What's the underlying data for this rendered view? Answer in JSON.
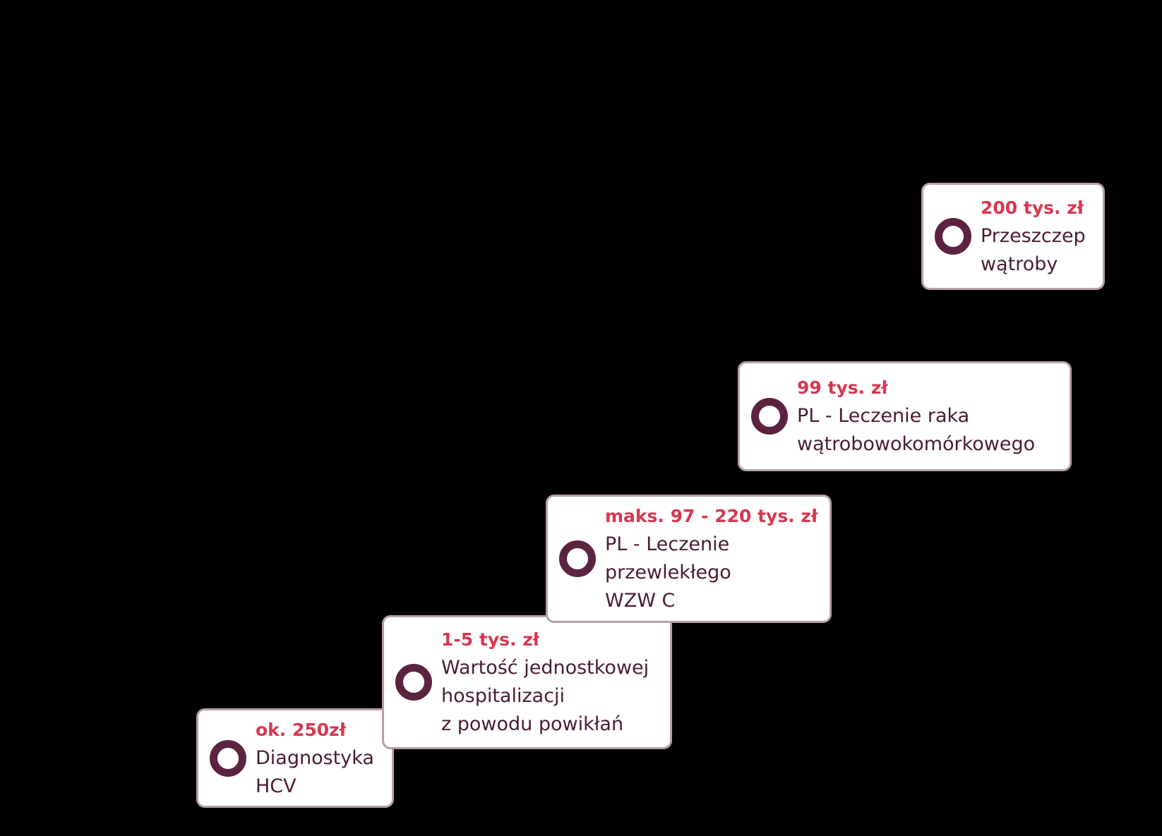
{
  "colors": {
    "background": "#000000",
    "box_fill": "#ffffff",
    "box_border": "#b79ea9",
    "ring": "#5c2340",
    "amount": "#d6384f",
    "text": "#4a1c35"
  },
  "steps": [
    {
      "amount": "ok. 250zł",
      "lines": [
        "Diagnostyka",
        "HCV"
      ],
      "icon": "ring-icon"
    },
    {
      "amount": "1-5 tys. zł",
      "lines": [
        "Wartość jednostkowej",
        "hospitalizacji",
        "z powodu powikłań"
      ],
      "icon": "ring-icon"
    },
    {
      "amount": "maks. 97 - 220 tys. zł",
      "lines": [
        "PL - Leczenie",
        "przewlekłego",
        "WZW C"
      ],
      "icon": "ring-icon"
    },
    {
      "amount": "99 tys. zł",
      "lines": [
        "PL - Leczenie raka",
        "wątrobowokomórkowego"
      ],
      "icon": "ring-icon"
    },
    {
      "amount": "200 tys. zł",
      "lines": [
        "Przeszczep",
        "wątroby"
      ],
      "icon": "ring-icon"
    }
  ]
}
